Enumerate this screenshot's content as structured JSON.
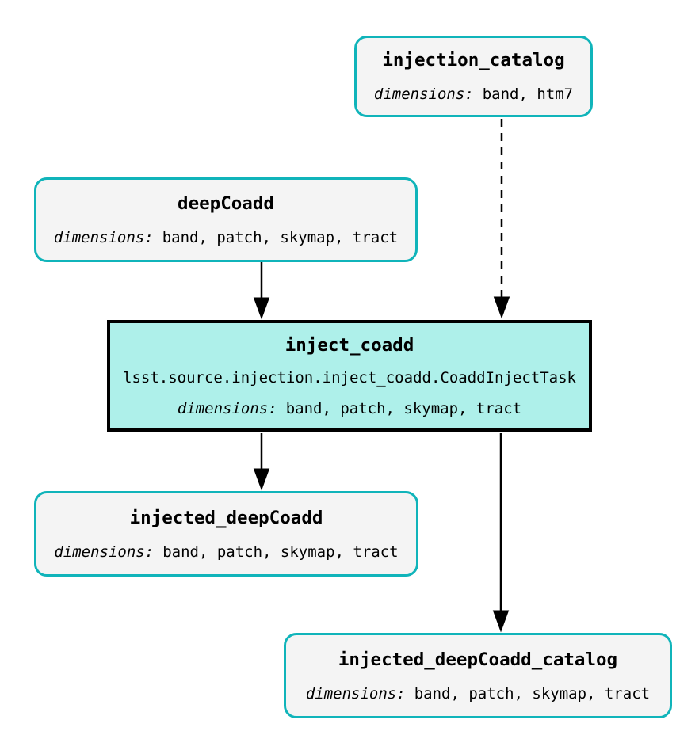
{
  "diagram": {
    "description": "Pipeline task graph for source injection into a deep coadd",
    "colors": {
      "background": "#ffffff",
      "dataset_border": "#10b4ba",
      "dataset_fill": "#f4f4f4",
      "task_border": "#000000",
      "task_fill": "#aef0ea",
      "edge": "#000000",
      "text": "#000000"
    },
    "nodes": {
      "injection_catalog": {
        "type": "dataset",
        "title": "injection_catalog",
        "dimensions_label": "dimensions:",
        "dimensions": "band, htm7"
      },
      "deepCoadd": {
        "type": "dataset",
        "title": "deepCoadd",
        "dimensions_label": "dimensions:",
        "dimensions": "band, patch, skymap, tract"
      },
      "inject_coadd": {
        "type": "task",
        "title": "inject_coadd",
        "task_class": "lsst.source.injection.inject_coadd.CoaddInjectTask",
        "dimensions_label": "dimensions:",
        "dimensions": "band, patch, skymap, tract"
      },
      "injected_deepCoadd": {
        "type": "dataset",
        "title": "injected_deepCoadd",
        "dimensions_label": "dimensions:",
        "dimensions": "band, patch, skymap, tract"
      },
      "injected_deepCoadd_catalog": {
        "type": "dataset",
        "title": "injected_deepCoadd_catalog",
        "dimensions_label": "dimensions:",
        "dimensions": "band, patch, skymap, tract"
      }
    },
    "edges": [
      {
        "from": "deepCoadd",
        "to": "inject_coadd",
        "style": "solid"
      },
      {
        "from": "injection_catalog",
        "to": "inject_coadd",
        "style": "dashed"
      },
      {
        "from": "inject_coadd",
        "to": "injected_deepCoadd",
        "style": "solid"
      },
      {
        "from": "inject_coadd",
        "to": "injected_deepCoadd_catalog",
        "style": "solid"
      }
    ]
  }
}
